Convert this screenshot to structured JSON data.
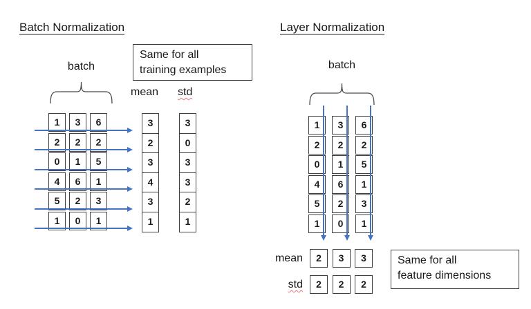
{
  "colors": {
    "arrow_blue": "#4472C4",
    "box_border": "#3f3f3f",
    "squiggle_red": "#e87878",
    "text": "#1a1a1a"
  },
  "batch_norm": {
    "title": "Batch Normalization",
    "batch_label": "batch",
    "note_line1": "Same for all",
    "note_line2": "training examples",
    "mean_label": "mean",
    "std_label": "std",
    "matrix": [
      [
        1,
        3,
        6
      ],
      [
        2,
        2,
        2
      ],
      [
        0,
        1,
        5
      ],
      [
        4,
        6,
        1
      ],
      [
        5,
        2,
        3
      ],
      [
        1,
        0,
        1
      ]
    ],
    "mean": [
      3,
      2,
      3,
      4,
      3,
      1
    ],
    "std": [
      3,
      0,
      3,
      3,
      2,
      1
    ]
  },
  "layer_norm": {
    "title": "Layer Normalization",
    "batch_label": "batch",
    "note_line1": "Same for all",
    "note_line2": "feature dimensions",
    "mean_label": "mean",
    "std_label": "std",
    "matrix": [
      [
        1,
        3,
        6
      ],
      [
        2,
        2,
        2
      ],
      [
        0,
        1,
        5
      ],
      [
        4,
        6,
        1
      ],
      [
        5,
        2,
        3
      ],
      [
        1,
        0,
        1
      ]
    ],
    "mean": [
      2,
      3,
      3
    ],
    "std": [
      2,
      2,
      2
    ]
  }
}
